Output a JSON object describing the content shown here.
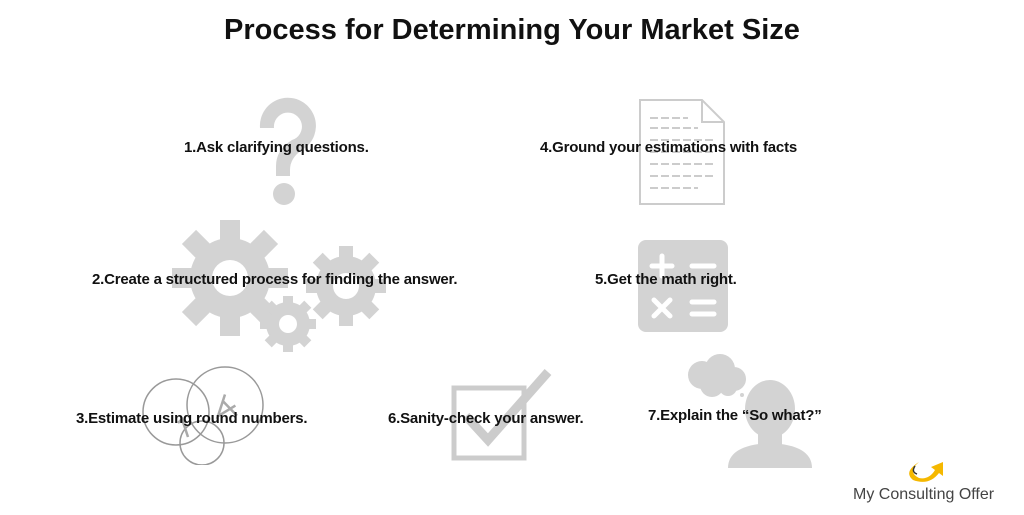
{
  "title": "Process for Determining Your Market Size",
  "steps": [
    {
      "label": "1.Ask clarifying questions.",
      "icon": "question-mark-icon"
    },
    {
      "label": "2.Create a structured process for finding the answer.",
      "icon": "gears-icon"
    },
    {
      "label": "3.Estimate using round numbers.",
      "icon": "circles-icon"
    },
    {
      "label": "4.Ground your estimations with facts",
      "icon": "document-icon"
    },
    {
      "label": "5.Get the math right.",
      "icon": "calculator-icon"
    },
    {
      "label": "6.Sanity-check your answer.",
      "icon": "checkbox-icon"
    },
    {
      "label": "7.Explain the “So what?”",
      "icon": "thinking-person-icon"
    }
  ],
  "brand": {
    "name": "My Consulting Offer",
    "color": "#f5b800"
  },
  "icon_color": "#d3d3d3"
}
